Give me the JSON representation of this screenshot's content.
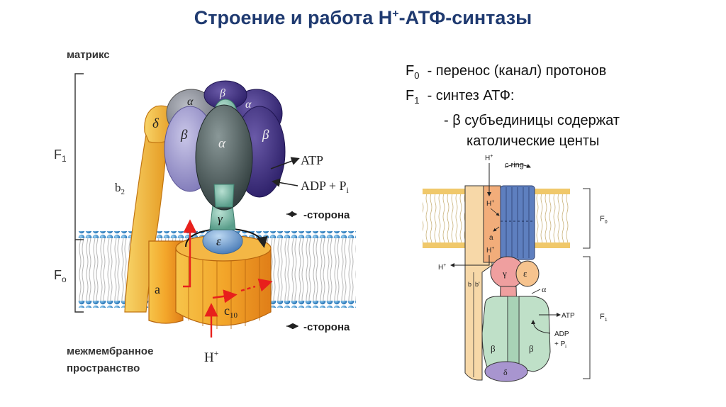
{
  "title": {
    "main": "Строение и работа Н",
    "sup": "+",
    "rest": "-АТФ-синтазы"
  },
  "legend": {
    "f0_sym": "F",
    "f0_sub": "0",
    "f0_text": "- перенос (канал) протонов",
    "f1_sym": "F",
    "f1_sub": "1",
    "f1_text": "- синтез АТФ:",
    "beta_line": "- β субъединицы содержат",
    "cat_line": "католические центы"
  },
  "left": {
    "matrix": "матрикс",
    "f1": "F",
    "f1_sub": "1",
    "f0": "F",
    "f0_sub": "o",
    "minus_side": "-сторона",
    "plus_side": "-сторона",
    "intermembrane_1": "межмембранное",
    "intermembrane_2": "пространство",
    "b2": "b",
    "b2_sub": "2",
    "delta": "δ",
    "alpha1": "α",
    "beta1": "β",
    "alpha2": "α",
    "beta2": "β",
    "alpha3": "α",
    "beta3": "β",
    "gamma": "γ",
    "epsilon": "ε",
    "a": "a",
    "c10": "c",
    "c10_sub": "10",
    "atp": "ATP",
    "adp": "ADP + P",
    "adp_sub": "i",
    "hplus": "H",
    "hplus_sup": "+"
  },
  "right": {
    "h_top": "H",
    "h_top_sup": "+",
    "c_ring": "c ring",
    "h_mid": "H",
    "h_mid_sup": "+",
    "a": "a",
    "h_low": "H",
    "h_low_sup": "+",
    "h_out": "H",
    "h_out_sup": "+",
    "gamma": "γ",
    "epsilon": "ε",
    "alpha": "α",
    "b": "b",
    "b_prime": "b'",
    "atp": "ATP",
    "adp": "ADP",
    "pi": "+ P",
    "pi_sub": "i",
    "beta1": "β",
    "beta2": "β",
    "delta": "δ",
    "f0": "F",
    "f0_sub": "0",
    "f1": "F",
    "f1_sub": "1"
  }
}
